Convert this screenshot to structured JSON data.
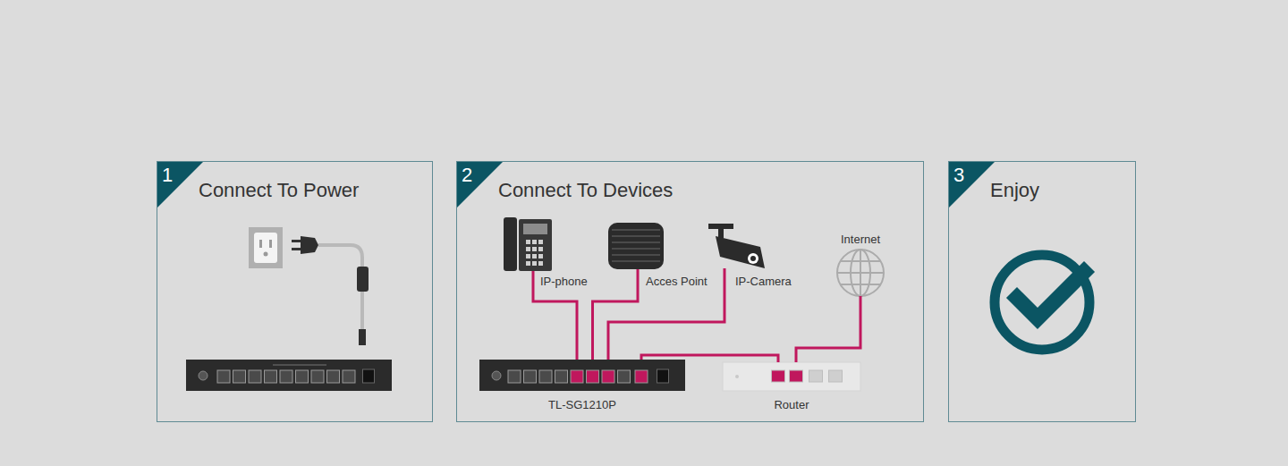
{
  "diagram": {
    "nodes": [
      {
        "text": [
          "1",
          "Connect To Power"
        ]
      },
      {
        "text": [
          "2",
          "Connect To Devices"
        ]
      },
      {
        "text": [
          "3",
          "Enjoy"
        ]
      },
      {
        "text": [
          "IP-phone"
        ],
        "in": 1
      },
      {
        "text": [
          "Acces Point"
        ],
        "in": 1
      },
      {
        "text": [
          "IP-Camera"
        ],
        "in": 1
      },
      {
        "text": [
          "Internet"
        ],
        "in": 1
      },
      {
        "text": [
          "TL-SG1210P"
        ],
        "in": 1
      },
      {
        "text": [
          "Router"
        ],
        "in": 1
      }
    ],
    "edges": [
      {
        "from": 3,
        "to": 7,
        "arrow": "none"
      },
      {
        "from": 4,
        "to": 7,
        "arrow": "none"
      },
      {
        "from": 5,
        "to": 7,
        "arrow": "none"
      },
      {
        "from": 7,
        "to": 8,
        "arrow": "none"
      },
      {
        "from": 6,
        "to": 8,
        "arrow": "none"
      }
    ]
  }
}
